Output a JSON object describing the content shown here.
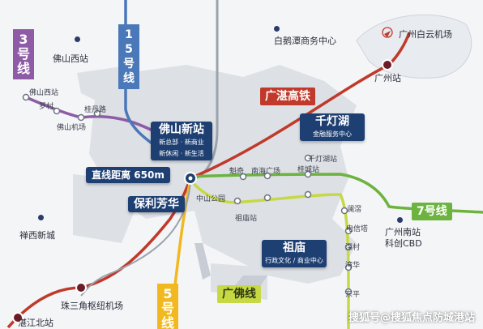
{
  "lines": {
    "line3": {
      "name": "3号线",
      "color": "#8e5ba6"
    },
    "line15": {
      "name": "15号线",
      "color": "#4a78b8"
    },
    "line7": {
      "name": "7号线",
      "color": "#6db33f"
    },
    "line5": {
      "name": "5号线",
      "color": "#f2b81f"
    },
    "guangzhan": {
      "name": "广湛高铁",
      "color": "#c0392b"
    },
    "guangfo": {
      "name": "广佛线",
      "color": "#c6d944"
    }
  },
  "places": {
    "foshan_west": "佛山西站",
    "baiyuntan": "白鹅潭商务中心",
    "baiyun_airport": "广州白云机场",
    "guangzhou_station": "广州站",
    "chanxi": "禅西新城",
    "guangzhou_south": "广州南站",
    "kexin_cbd": "科创CBD"
  },
  "stations": {
    "foshan_west_stop": "佛山西站",
    "luocun": "罗村",
    "guidanlu": "桂丹路",
    "foshan_airport": "佛山机场",
    "qiandenghu_stop": "千灯湖站",
    "kuiqi": "魁奇",
    "nanhai_square": "南海广场",
    "guicheng": "桂城站",
    "zhongshan_park": "中山公园",
    "zumiao_stop": "祖庙站",
    "lanying": "澜滘",
    "dianshanta": "电信塔",
    "shencun": "深村",
    "lonhua": "湾华",
    "dongping": "东平",
    "prd_airport": "珠三角枢纽机场",
    "zhanjiang_north": "湛江北站"
  },
  "callouts": {
    "foshan_new_station": {
      "title": "佛山新站",
      "sub1": "新总部 · 新商业",
      "sub2": "新休闲 · 新生活"
    },
    "qiandenghu": {
      "title": "千灯湖",
      "sub": "金融服务中心"
    },
    "zumiao": {
      "title": "祖庙",
      "sub": "行政文化 / 商业中心"
    },
    "poly": {
      "title": "保利芳华"
    },
    "distance": {
      "title": "直线距离 650m"
    }
  },
  "watermark": "搜狐号@搜狐焦点防城港站"
}
